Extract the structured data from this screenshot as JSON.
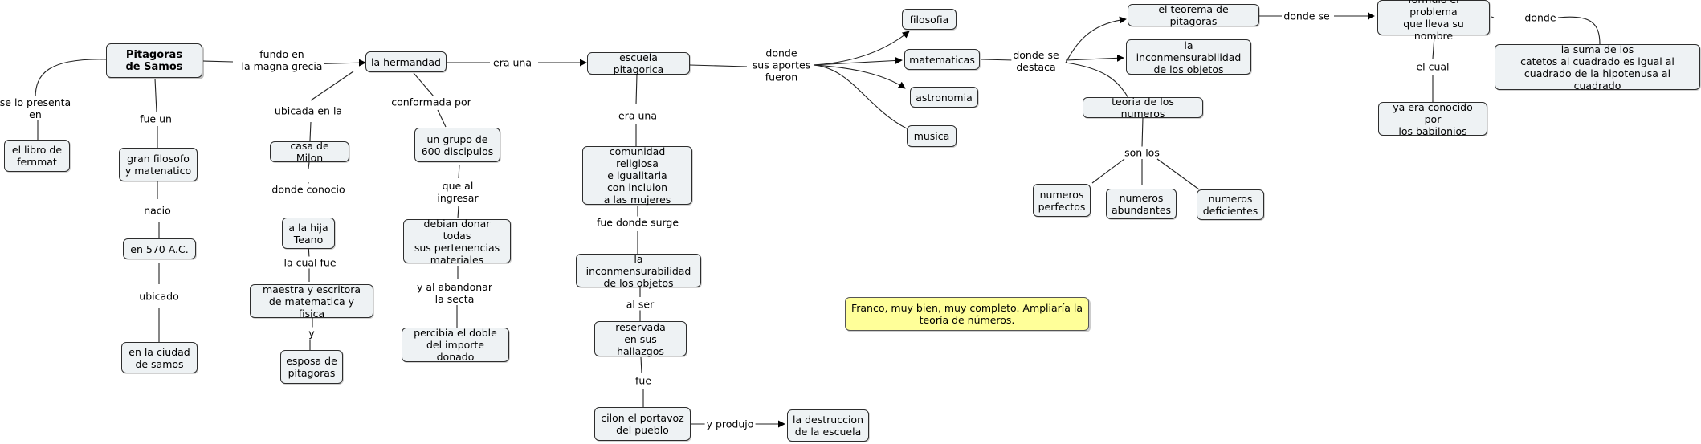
{
  "nodes": {
    "pitagoras": "Pitagoras\nde Samos",
    "libro": "el libro de\nfernmat",
    "filosofo": "gran filosofo\ny matenatico",
    "anio": "en 570 A.C.",
    "ciudad": "en la ciudad\nde samos",
    "hermandad": "la hermandad",
    "milon": "casa de Milon",
    "teano": "a la hija\nTeano",
    "maestra": "maestra y escritora\nde matematica y fisica",
    "esposa": "esposa de\npitagoras",
    "discipulos": "un grupo de\n600 discipulos",
    "donar": "debian donar todas\nsus pertenencias\nmateriales",
    "percibia": "percibia el doble\ndel importe donado",
    "escuela": "escuela pitagorica",
    "comunidad": "comunidad religiosa\ne igualitaria\ncon incluion\na las mujeres",
    "incons1": "la inconmensurabilidad\nde los objetos",
    "reservada": "reservada\nen sus hallazgos",
    "cilon": "cilon el portavoz\ndel pueblo",
    "destruccion": "la destruccion\nde la escuela",
    "filosofia": "filosofia",
    "matematicas": "matematicas",
    "astronomia": "astronomia",
    "musica": "musica",
    "teorema": "el teorema de pitagoras",
    "incons2": "la inconmensurabilidad\nde los objetos",
    "teoria": "teoria de los numeros",
    "perfectos": "numeros\nperfectos",
    "abundantes": "numeros\nabundantes",
    "deficientes": "numeros\ndeficientes",
    "problema": "formulo el problema\nque lleva su nombre",
    "suma": "la suma de los\ncatetos al cuadrado es igual al\ncuadrado de la hipotenusa al cuadrado",
    "babilonios": "ya era conocido por\nlos babilonios",
    "nota": "Franco, muy bien, muy completo.  Ampliaría la\nteoría de números."
  },
  "links": {
    "se_lo_presenta": "se lo presenta\nen",
    "fue_un": "fue un",
    "nacio": "nacio",
    "ubicado": "ubicado",
    "fundo_en": "fundo en\nla magna grecia",
    "ubicada_en_la": "ubicada en la",
    "donde_conocio": "donde conocio",
    "la_cual_fue": "la cual fue",
    "y": "y",
    "conformada_por": "conformada por",
    "que_al_ingresar": "que al\ningresar",
    "y_al_abandonar": "y al abandonar\nla secta",
    "era_una_1": "era una",
    "era_una_2": "era una",
    "fue_donde_surge": "fue donde surge",
    "al_ser": "al ser",
    "fue": "fue",
    "y_produjo": "y produjo",
    "donde_sus_aportes": "donde\nsus aportes\nfueron",
    "donde_se_destaca": "donde se\ndestaca",
    "donde_se": "donde se",
    "son_los": "son los",
    "el_cual": "el cual",
    "donde": "donde"
  }
}
